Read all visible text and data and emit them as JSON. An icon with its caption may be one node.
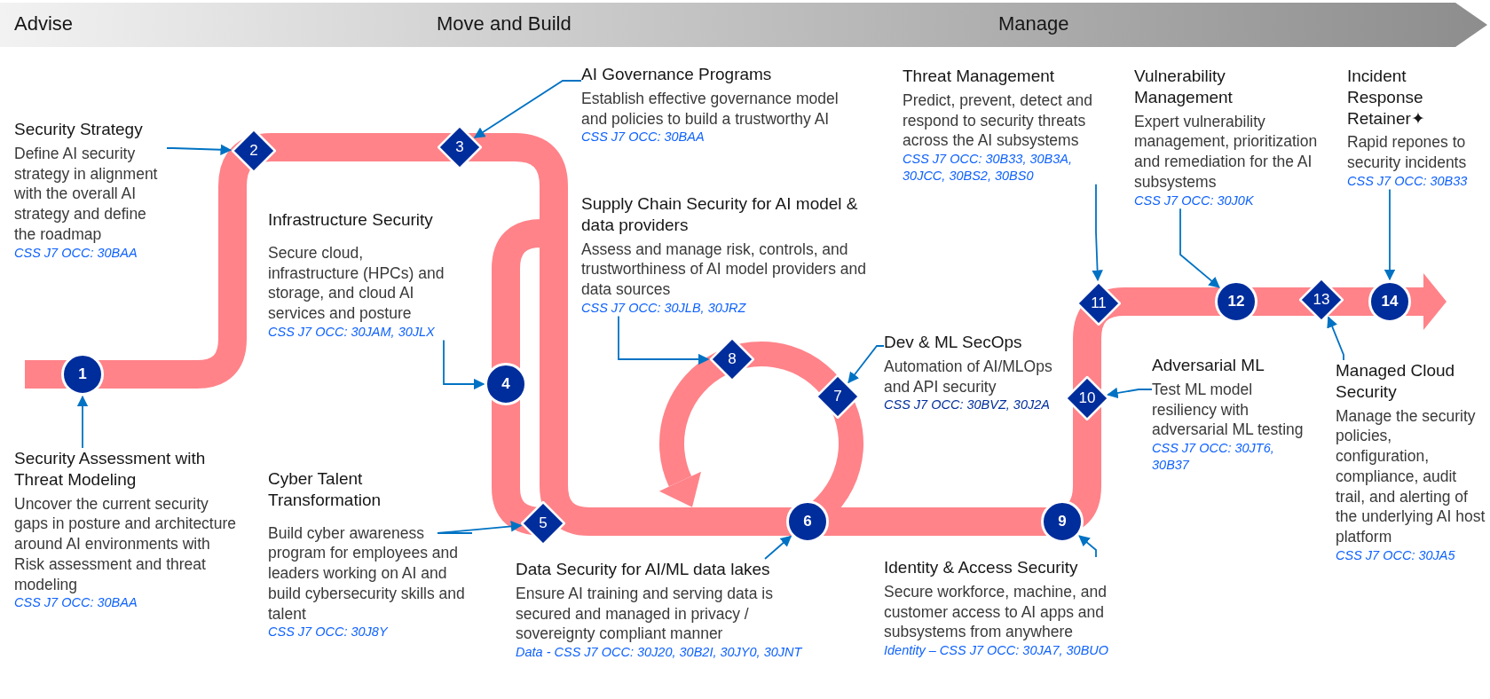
{
  "diagram": {
    "nodes": [
      {
        "text": [
          "Security Assessment with Threat Modeling",
          "Uncover the current security gaps in posture and architecture around AI environments with Risk assessment and threat modeling",
          "CSS J7 OCC: 30BAA"
        ]
      },
      {
        "text": [
          "Security Strategy",
          "Define AI security strategy in alignment with the overall AI strategy and define the roadmap",
          "CSS J7 OCC: 30BAA"
        ]
      },
      {
        "text": [
          "AI Governance Programs",
          "Establish effective governance model and policies to build a trustworthy AI",
          "CSS J7 OCC: 30BAA"
        ]
      },
      {
        "text": [
          "Infrastructure Security",
          "Secure cloud, infrastructure (HPCs) and storage, and cloud AI services and posture",
          "CSS J7 OCC: 30JAM, 30JLX"
        ]
      },
      {
        "text": [
          "Cyber Talent Transformation",
          "Build cyber awareness program for employees and leaders working on AI and build cybersecurity skills and talent",
          "CSS J7 OCC: 30J8Y"
        ]
      },
      {
        "text": [
          "Data Security for AI/ML data lakes",
          "Ensure AI training and serving data is secured and managed in privacy / sovereignty compliant manner",
          "Data - CSS J7 OCC: 30J20, 30B2I, 30JY0, 30JNT"
        ]
      },
      {
        "text": [
          "Dev & ML SecOps",
          "Automation of AI/MLOps and  API security",
          "CSS J7 OCC: 30BVZ, 30J2A"
        ]
      },
      {
        "text": [
          "Supply Chain Security for AI model & data providers",
          "Assess and manage risk, controls, and trustworthiness of AI model providers and data sources",
          "CSS J7 OCC: 30JLB, 30JRZ"
        ]
      },
      {
        "text": [
          "Identity & Access Security",
          "Secure workforce, machine, and customer access to AI apps and subsystems from anywhere",
          "Identity – CSS J7 OCC: 30JA7, 30BUO"
        ]
      },
      {
        "text": [
          "Adversarial ML",
          "Test ML model resiliency with adversarial ML testing",
          "CSS J7 OCC: 30JT6, 30B37"
        ]
      },
      {
        "text": [
          "Threat Management",
          "Predict, prevent, detect and respond to security threats across the AI subsystems",
          "CSS J7 OCC: 30B33, 30B3A, 30JCC, 30BS2, 30BS0"
        ]
      },
      {
        "text": [
          "Vulnerability Management",
          "Expert vulnerability management, prioritization and remediation for the AI subsystems",
          "CSS J7 OCC: 30J0K"
        ]
      },
      {
        "text": [
          "Managed Cloud Security",
          "Manage the security policies, configuration, compliance, audit trail, and alerting of the underlying AI host platform",
          "CSS J7 OCC: 30JA5"
        ]
      },
      {
        "text": [
          "Incident Response Retainer✦",
          "Rapid repones to security incidents",
          "CSS J7 OCC: 30B33"
        ]
      },
      {
        "text": [
          "1"
        ]
      },
      {
        "text": [
          "2"
        ]
      },
      {
        "text": [
          "3"
        ]
      },
      {
        "text": [
          "4"
        ]
      },
      {
        "text": [
          "5"
        ]
      },
      {
        "text": [
          "6"
        ]
      },
      {
        "text": [
          "7"
        ]
      },
      {
        "text": [
          "8"
        ]
      },
      {
        "text": [
          "9"
        ]
      },
      {
        "text": [
          "10"
        ]
      },
      {
        "text": [
          "11"
        ]
      },
      {
        "text": [
          "12"
        ]
      },
      {
        "text": [
          "13"
        ]
      },
      {
        "text": [
          "14"
        ]
      }
    ],
    "edges": [
      {
        "from": 0,
        "to": 14,
        "arrow": "to"
      },
      {
        "from": 1,
        "to": 15,
        "arrow": "to"
      },
      {
        "from": 2,
        "to": 16,
        "arrow": "to"
      },
      {
        "from": 3,
        "to": 17,
        "arrow": "to"
      },
      {
        "from": 4,
        "to": 18,
        "arrow": "to"
      },
      {
        "from": 5,
        "to": 19,
        "arrow": "to"
      },
      {
        "from": 6,
        "to": 20,
        "arrow": "to"
      },
      {
        "from": 7,
        "to": 21,
        "arrow": "to"
      },
      {
        "from": 8,
        "to": 22,
        "arrow": "to"
      },
      {
        "from": 9,
        "to": 23,
        "arrow": "to"
      },
      {
        "from": 10,
        "to": 24,
        "arrow": "to"
      },
      {
        "from": 11,
        "to": 25,
        "arrow": "to"
      },
      {
        "from": 12,
        "to": 26,
        "arrow": "to"
      },
      {
        "from": 13,
        "to": 27,
        "arrow": "to"
      }
    ],
    "labels": [
      "Advise",
      "Move and Build",
      "Manage"
    ]
  }
}
